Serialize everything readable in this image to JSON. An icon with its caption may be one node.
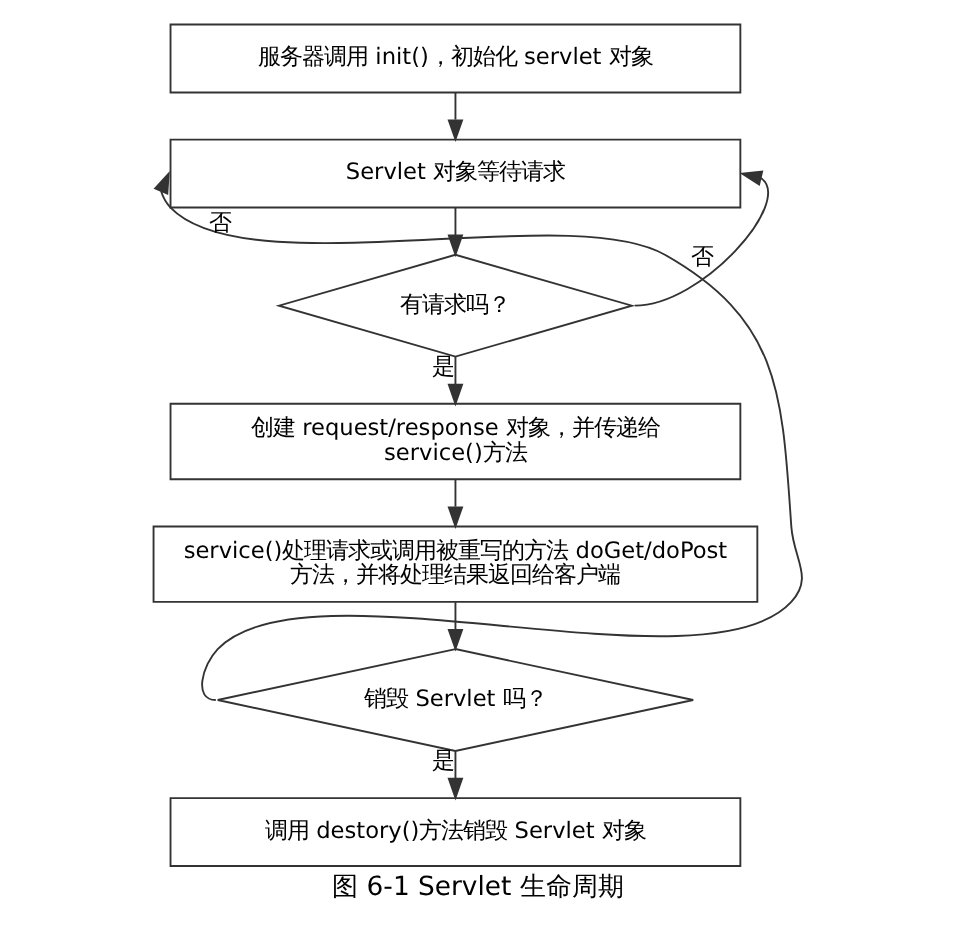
{
  "diagram": {
    "caption": "图 6-1 Servlet 生命周期",
    "nodes": [
      {
        "text": [
          "服务器调用 init()，初始化 servlet 对象"
        ]
      },
      {
        "text": [
          "Servlet 对象等待请求"
        ]
      },
      {
        "text": [
          "有请求吗？"
        ]
      },
      {
        "text": [
          "创建 request/response 对象，并传递给 service()方法"
        ]
      },
      {
        "text": [
          "service()处理请求或调用被重写的方法 doGet/doPost 方法，并将处理结果返回给客户端"
        ]
      },
      {
        "text": [
          "销毁 Servlet 吗？"
        ]
      },
      {
        "text": [
          "调用 destory()方法销毁 Servlet 对象"
        ]
      }
    ],
    "edges": [
      {
        "from": 0,
        "to": 1,
        "arrow": "to"
      },
      {
        "from": 1,
        "to": 2,
        "arrow": "to"
      },
      {
        "from": 2,
        "to": 3,
        "arrow": "to",
        "label": "是"
      },
      {
        "from": 2,
        "to": 1,
        "arrow": "to",
        "label": "否"
      },
      {
        "from": 3,
        "to": 4,
        "arrow": "to"
      },
      {
        "from": 4,
        "to": 5,
        "arrow": "to"
      },
      {
        "from": 5,
        "to": 6,
        "arrow": "to",
        "label": "是"
      },
      {
        "from": 5,
        "to": 1,
        "arrow": "to",
        "label": "否"
      }
    ]
  }
}
